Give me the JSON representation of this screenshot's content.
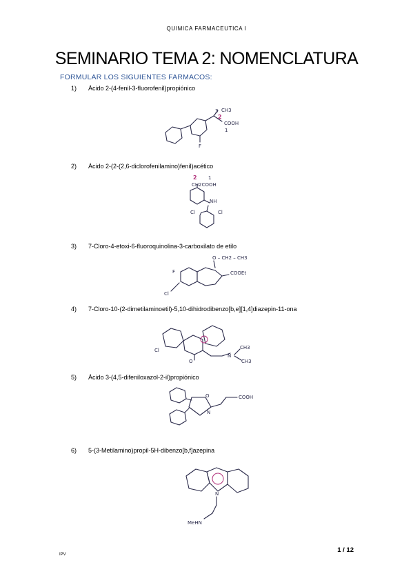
{
  "header": {
    "text": "QUIMICA FARMACEUTICA I"
  },
  "title": "SEMINARIO TEMA 2: NOMENCLATURA",
  "subtitle": "FORMULAR LOS SIGUIENTES FARMACOS:",
  "items": [
    {
      "num": "1)",
      "name": "Ácido 2-(4-fenil-3-fluorofenil)propiónico"
    },
    {
      "num": "2)",
      "name": "Ácido 2-(2-(2,6-diclorofenilamino)fenil)acético"
    },
    {
      "num": "3)",
      "name": "7-Cloro-4-etoxi-6-fluoroquinolina-3-carboxilato de etilo"
    },
    {
      "num": "4)",
      "name": "7-Cloro-10-(2-dimetilaminoetil)-5,10-dihidrodibenzo[b,e][1,4]diazepin-11-ona"
    },
    {
      "num": "5)",
      "name": "Ácido 3-(4,5-difeniloxazol-2-il)propiónico"
    },
    {
      "num": "6)",
      "name": "5-(3-Metilamino)propil-5H-dibenzo[b,f]azepina"
    }
  ],
  "drawings": {
    "m1": {
      "l1": "3",
      "l2": "CH3",
      "l3": "2",
      "l4": "COOH",
      "l5": "1",
      "l6": "F"
    },
    "m2": {
      "l1": "2",
      "l2": "1",
      "l3": "CH2COOH",
      "l4": "NH",
      "l5": "Cl",
      "l6": "Cl"
    },
    "m3": {
      "l1": "O – CH2 – CH3",
      "l2": "COOEt",
      "l3": "F",
      "l4": "Cl"
    },
    "m4": {
      "l1": "CH3",
      "l2": "CH3",
      "l3": "N",
      "l4": "O",
      "l5": "Cl"
    },
    "m5": {
      "l1": "COOH",
      "l2": "O",
      "l3": "N"
    },
    "m6": {
      "l1": "N",
      "l2": "MeHN"
    }
  },
  "footer": {
    "page": "1 / 12",
    "code": "IPV"
  }
}
